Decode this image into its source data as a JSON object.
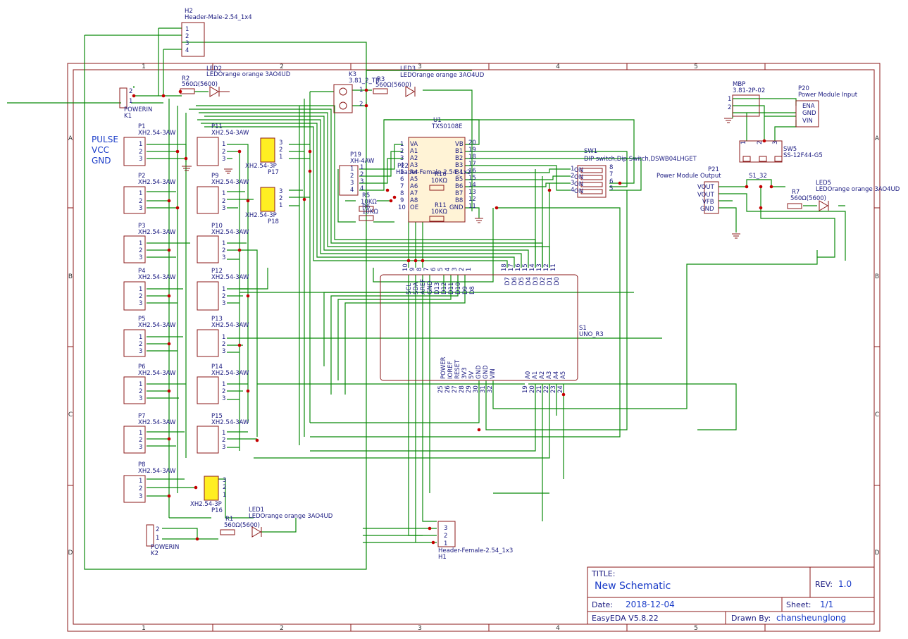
{
  "title_block": {
    "title_label": "TITLE:",
    "title": "New Schematic",
    "rev_label": "REV:",
    "rev": "1.0",
    "date_label": "Date:",
    "date": "2018-12-04",
    "sheet_label": "Sheet:",
    "sheet": "1/1",
    "tool": "EasyEDA V5.8.22",
    "drawn_label": "Drawn By:",
    "drawn_by": "chansheunglong"
  },
  "grid": {
    "cols": [
      "1",
      "2",
      "3",
      "4",
      "5"
    ],
    "rows": [
      "A",
      "B",
      "C",
      "D"
    ]
  },
  "power_labels": [
    "PULSE",
    "VCC",
    "GND"
  ],
  "parts": {
    "H2": {
      "ref": "H2",
      "value": "Header-Male-2.54_1x4",
      "pins": [
        "1",
        "2",
        "3",
        "4"
      ]
    },
    "R2": {
      "ref": "R2",
      "value": "560Ω(5600)"
    },
    "LED2": {
      "ref": "LED2",
      "value": "LEDOrange orange 3AO4UD"
    },
    "K3": {
      "ref": "K3",
      "value": "3.81_2_TB",
      "pins": [
        "1",
        "2"
      ]
    },
    "R3": {
      "ref": "R3",
      "value": "560Ω(5600)"
    },
    "LED3": {
      "ref": "LED3",
      "value": "LEDOrange orange 3AO4UD"
    },
    "K1": {
      "ref": "K1",
      "value": "POWERIN",
      "pins": [
        "2",
        "1"
      ]
    },
    "U1": {
      "ref": "U1",
      "value": "TXS0108E",
      "left_pins": [
        [
          "1",
          "VA"
        ],
        [
          "2",
          "A1"
        ],
        [
          "3",
          "A2"
        ],
        [
          "4",
          "A3"
        ],
        [
          "5",
          "A4"
        ],
        [
          "6",
          "A5"
        ],
        [
          "7",
          "A6"
        ],
        [
          "8",
          "A7"
        ],
        [
          "9",
          "A8"
        ],
        [
          "10",
          "OE"
        ]
      ],
      "right_pins": [
        [
          "20",
          "VB"
        ],
        [
          "19",
          "B1"
        ],
        [
          "18",
          "B2"
        ],
        [
          "17",
          "B3"
        ],
        [
          "16",
          "B4"
        ],
        [
          "15",
          "B5"
        ],
        [
          "14",
          "B6"
        ],
        [
          "13",
          "B7"
        ],
        [
          "12",
          "B8"
        ],
        [
          "11",
          "GND"
        ]
      ]
    },
    "R10": {
      "ref": "R10",
      "value": "10KΩ"
    },
    "R11": {
      "ref": "R11",
      "value": "10KΩ"
    },
    "R5": {
      "ref": "R5",
      "value": "10KΩ"
    },
    "R6": {
      "ref": "R6",
      "value": "10KΩ"
    },
    "P19": {
      "ref": "P19",
      "value": "XH-4AW",
      "pins": [
        "1",
        "2",
        "3",
        "4"
      ]
    },
    "P22": {
      "ref": "P22",
      "value": "Header-Female-2.54_1x2"
    },
    "P17": {
      "ref": "P17",
      "value": "XH2.54-3P"
    },
    "P18": {
      "ref": "P18",
      "value": "XH2.54-3P"
    },
    "P16": {
      "ref": "P16",
      "value": "XH2.54-3P"
    },
    "SW1": {
      "ref": "SW1",
      "value": "DIP switch,Dip Switch,DSWB04LHGET",
      "left_pins": [
        "1",
        "2",
        "3",
        "4"
      ],
      "right_pins": [
        "8",
        "7",
        "6",
        "5"
      ],
      "mid": [
        "ON",
        "ON",
        "ON",
        "ON"
      ]
    },
    "MBP": {
      "ref": "MBP",
      "value": "3.81-2P-02",
      "pins": [
        "1",
        "2"
      ]
    },
    "P20": {
      "ref": "P20",
      "value": "Power Module Input",
      "pins": [
        "ENA",
        "GND",
        "VIN"
      ]
    },
    "SW5": {
      "ref": "SW5",
      "value": "SS-12F44-G5",
      "pins": [
        "1",
        "2",
        "3"
      ]
    },
    "P21": {
      "ref": "P21",
      "value": "Power Module Output",
      "pins": [
        "VOUT",
        "VOUT",
        "VFB",
        "GND"
      ]
    },
    "S1_32": {
      "ref": "S1_32"
    },
    "R7": {
      "ref": "R7",
      "value": "560Ω(5600)"
    },
    "LED5": {
      "ref": "LED5",
      "value": "LEDOrange orange 3AO4UD"
    },
    "S1": {
      "ref": "S1",
      "value": "UNO_R3",
      "top_nums": [
        "10",
        "9",
        "8",
        "7",
        "6",
        "5",
        "4",
        "3",
        "2",
        "1"
      ],
      "top_names": [
        "SCL",
        "SDA",
        "AREF",
        "GND",
        "D13",
        "D12",
        "D11",
        "D10",
        "D9",
        "D8"
      ],
      "top_nums2": [
        "18",
        "17",
        "16",
        "15",
        "14",
        "13",
        "12",
        "11"
      ],
      "top_names2": [
        "D7",
        "D6",
        "D5",
        "D4",
        "D3",
        "D2",
        "D1",
        "D0"
      ],
      "bot_names": [
        "POWER",
        "IOREF",
        "RESET",
        "3V3",
        "5V",
        "GND",
        "GND",
        "VIN"
      ],
      "bot_nums": [
        "25",
        "26",
        "27",
        "28",
        "29",
        "30",
        "31",
        "32"
      ],
      "bot_names2": [
        "A0",
        "A1",
        "A2",
        "A3",
        "A4",
        "A5"
      ],
      "bot_nums2": [
        "19",
        "20",
        "21",
        "22",
        "23",
        "24"
      ]
    },
    "H1": {
      "ref": "H1",
      "value": "Header-Female-2.54_1x3",
      "pins": [
        "3",
        "2",
        "1"
      ]
    },
    "R1": {
      "ref": "R1",
      "value": "560Ω(5600)"
    },
    "LED1": {
      "ref": "LED1",
      "value": "LEDOrange orange 3AO4UD"
    },
    "K2": {
      "ref": "K2",
      "value": "POWERIN",
      "pins": [
        "2",
        "1"
      ]
    }
  },
  "xh_connectors": [
    {
      "ref": "P1",
      "value": "XH2.54-3AW"
    },
    {
      "ref": "P2",
      "value": "XH2.54-3AW"
    },
    {
      "ref": "P3",
      "value": "XH2.54-3AW"
    },
    {
      "ref": "P4",
      "value": "XH2.54-3AW"
    },
    {
      "ref": "P5",
      "value": "XH2.54-3AW"
    },
    {
      "ref": "P6",
      "value": "XH2.54-3AW"
    },
    {
      "ref": "P7",
      "value": "XH2.54-3AW"
    },
    {
      "ref": "P8",
      "value": "XH2.54-3AW"
    },
    {
      "ref": "P11",
      "value": "XH2.54-3AW"
    },
    {
      "ref": "P9",
      "value": "XH2.54-3AW"
    },
    {
      "ref": "P10",
      "value": "XH2.54-3AW"
    },
    {
      "ref": "P12",
      "value": "XH2.54-3AW"
    },
    {
      "ref": "P13",
      "value": "XH2.54-3AW"
    },
    {
      "ref": "P14",
      "value": "XH2.54-3AW"
    },
    {
      "ref": "P15",
      "value": "XH2.54-3AW"
    }
  ],
  "pin_numbers": [
    "1",
    "2",
    "3"
  ]
}
